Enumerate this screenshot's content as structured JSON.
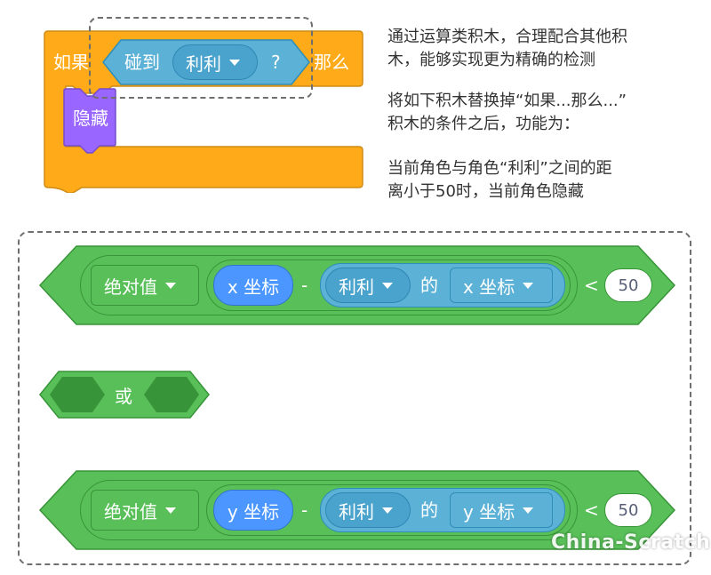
{
  "if_block": {
    "if_label": "如果",
    "then_label": "那么",
    "color": "#ffab19"
  },
  "touching_block": {
    "label": "碰到",
    "target": "利利",
    "question": "?",
    "color": "#5cb1d6"
  },
  "hide_block": {
    "label": "隐藏",
    "color": "#9966ff"
  },
  "description": {
    "para1_line1": "通过运算类积木，合理配合其他积",
    "para1_line2": "木，能够实现更为精确的检测",
    "para2_line1": "将如下积木替换掉“如果...那么...”",
    "para2_line2": "积木的条件之后，功能为：",
    "para3_line1": "当前角色与角色“利利”之间的距",
    "para3_line2": "离小于50时，当前角色隐藏"
  },
  "operator_x": {
    "abs_label": "绝对值",
    "x_position": "x 坐标",
    "minus": "-",
    "sprite": "利利",
    "of": "的",
    "attribute": "x 坐标",
    "less_than": "<",
    "value": "50"
  },
  "or_block": {
    "label": "或"
  },
  "operator_y": {
    "abs_label": "绝对值",
    "y_position": "y 坐标",
    "minus": "-",
    "sprite": "利利",
    "of": "的",
    "attribute": "y 坐标",
    "less_than": "<",
    "value": "50"
  },
  "colors": {
    "operator_green": "#59c059",
    "operator_dark": "#389438",
    "motion_blue": "#4c97ff",
    "sensing_blue": "#5cb1d6"
  },
  "watermark": "China-Scratch"
}
